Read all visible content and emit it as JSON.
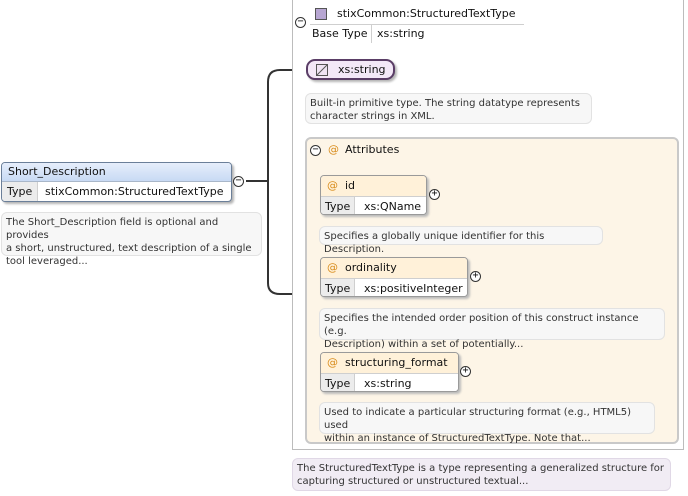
{
  "element": {
    "name": "Short_Description",
    "type_label": "Type",
    "type_value": "stixCommon:StructuredTextType",
    "description": [
      "The Short_Description field is optional and provides",
      "a short, unstructured, text description of a single",
      "tool leveraged..."
    ],
    "toggle": "−"
  },
  "complex_type": {
    "name": "stixCommon:StructuredTextType",
    "base_type_label": "Base Type",
    "base_type_value": "xs:string",
    "toggle": "−",
    "description": [
      "The StructuredTextType is a type representing a generalized structure for",
      "capturing structured or unstructured textual..."
    ]
  },
  "simple_type": {
    "name": "xs:string",
    "description": [
      "Built-in primitive type. The string datatype represents",
      "character strings in XML."
    ]
  },
  "attributes": {
    "label": "Attributes",
    "at_symbol": "@",
    "toggle": "−",
    "items": [
      {
        "name": "id",
        "type_label": "Type",
        "type_value": "xs:QName",
        "expand": "+",
        "description": [
          "Specifies a globally unique identifier for this Description."
        ]
      },
      {
        "name": "ordinality",
        "type_label": "Type",
        "type_value": "xs:positiveInteger",
        "expand": "+",
        "description": [
          "Specifies the intended order position of this construct instance (e.g.",
          "Description) within a set of potentially..."
        ]
      },
      {
        "name": "structuring_format",
        "type_label": "Type",
        "type_value": "xs:string",
        "expand": "+",
        "description": [
          "Used to indicate a particular structuring format (e.g., HTML5) used",
          "within an instance of StructuredTextType. Note that..."
        ]
      }
    ]
  },
  "colors": {
    "element_header": "#cfe0f7",
    "attribute_header": "#fff1d9",
    "attributes_panel": "#fdf5e7",
    "simple_type_fill": "#f3e8f7",
    "simple_type_border": "#5a3d66",
    "type_icon": "#b7a6d2"
  }
}
